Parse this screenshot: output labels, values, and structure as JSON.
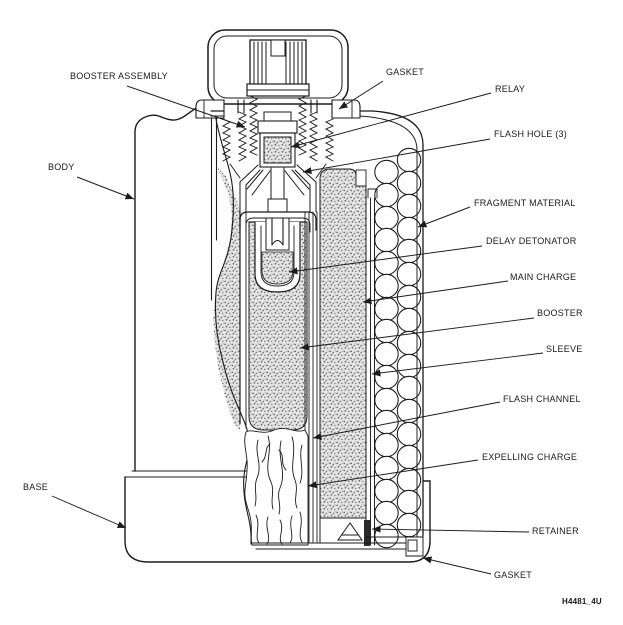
{
  "diagram": {
    "title_implicit": "Grenade cutaway diagram",
    "labels": {
      "booster_assembly": "BOOSTER ASSEMBLY",
      "gasket_top": "GASKET",
      "relay": "RELAY",
      "flash_hole": "FLASH HOLE (3)",
      "body": "BODY",
      "fragment_material": "FRAGMENT MATERIAL",
      "delay_detonator": "DELAY DETONATOR",
      "main_charge": "MAIN CHARGE",
      "booster": "BOOSTER",
      "sleeve": "SLEEVE",
      "flash_channel": "FLASH CHANNEL",
      "expelling_charge": "EXPELLING CHARGE",
      "base": "BASE",
      "retainer": "RETAINER",
      "gasket_bottom": "GASKET"
    },
    "figure_number": "H4481_4U",
    "colors": {
      "ink": "#1b1b1b",
      "background": "#ffffff",
      "stipple_bg": "#e4e4e4",
      "stipple_dot": "#5a5a5a"
    }
  }
}
